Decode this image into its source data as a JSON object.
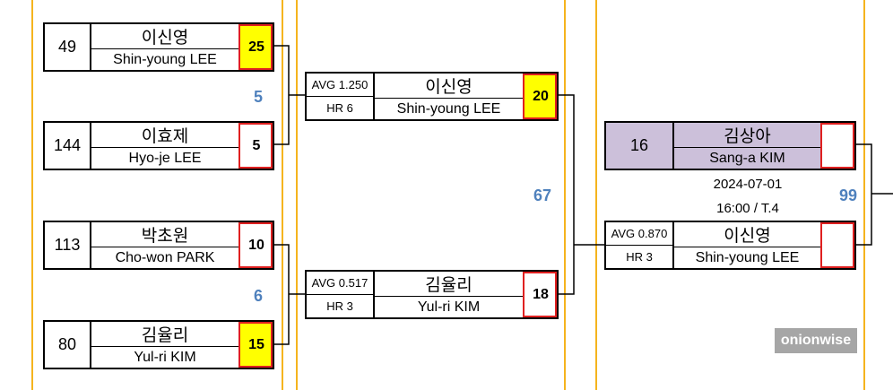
{
  "round1": [
    {
      "seed": "49",
      "name_kr": "이신영",
      "name_en": "Shin-young LEE",
      "score": "25",
      "win": true
    },
    {
      "seed": "144",
      "name_kr": "이효제",
      "name_en": "Hyo-je LEE",
      "score": "5",
      "win": false
    },
    {
      "seed": "113",
      "name_kr": "박초원",
      "name_en": "Cho-won PARK",
      "score": "10",
      "win": false
    },
    {
      "seed": "80",
      "name_kr": "김율리",
      "name_en": "Yul-ri KIM",
      "score": "15",
      "win": true
    }
  ],
  "round1_labels": [
    "5",
    "6"
  ],
  "round2": [
    {
      "avg": "AVG 1.250",
      "hr": "HR 6",
      "name_kr": "이신영",
      "name_en": "Shin-young LEE",
      "score": "20",
      "win": true
    },
    {
      "avg": "AVG 0.517",
      "hr": "HR 3",
      "name_kr": "김율리",
      "name_en": "Yul-ri KIM",
      "score": "18",
      "win": false
    }
  ],
  "round2_label": "67",
  "final": {
    "top": {
      "seed": "16",
      "name_kr": "김상아",
      "name_en": "Sang-a KIM"
    },
    "date": "2024-07-01",
    "time": "16:00 / T.4",
    "bottom": {
      "avg": "AVG 0.870",
      "hr": "HR 3",
      "name_kr": "이신영",
      "name_en": "Shin-young LEE"
    },
    "label": "99"
  },
  "watermark": "onionwise"
}
